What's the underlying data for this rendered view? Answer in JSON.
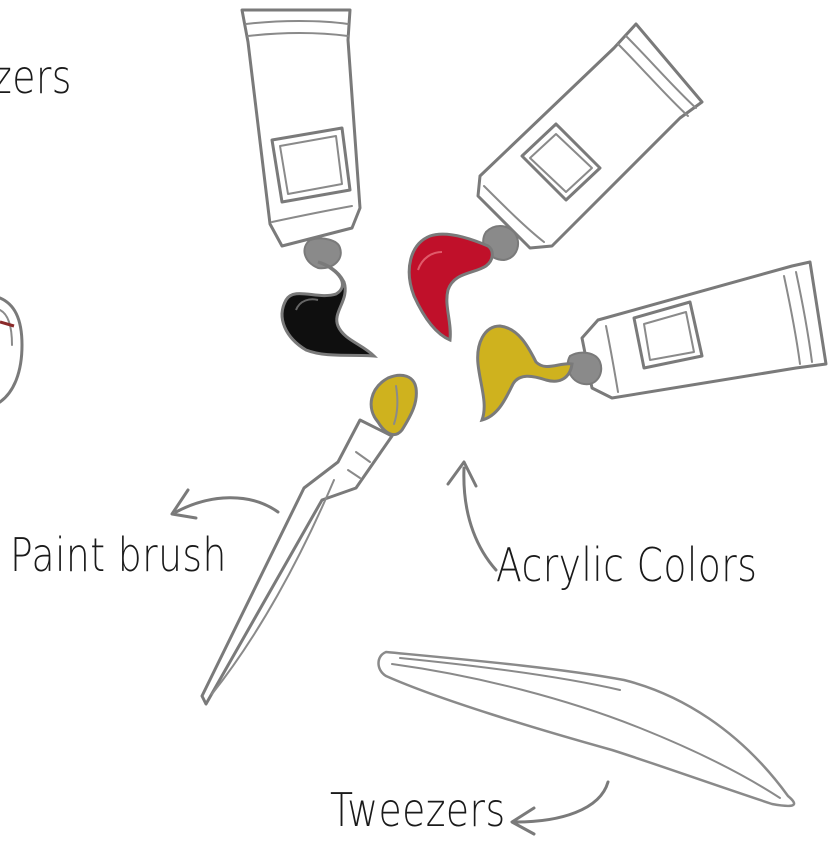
{
  "labels": {
    "cropped_left": "zers",
    "paint_brush": "Paint brush",
    "acrylic_colors": "Acrylic Colors",
    "tweezers": "Tweezers"
  },
  "colors": {
    "outline": "#7a7a7a",
    "paint_black": "#0f0f0f",
    "paint_red": "#c0102a",
    "paint_yellow": "#cfb21e",
    "brush_tip": "#cfb21e",
    "cropped_tool_accent": "#8a2a2a"
  },
  "icons": [
    "paint-tube-icon",
    "paint-brush-icon",
    "tweezers-icon",
    "arrow-icon"
  ]
}
